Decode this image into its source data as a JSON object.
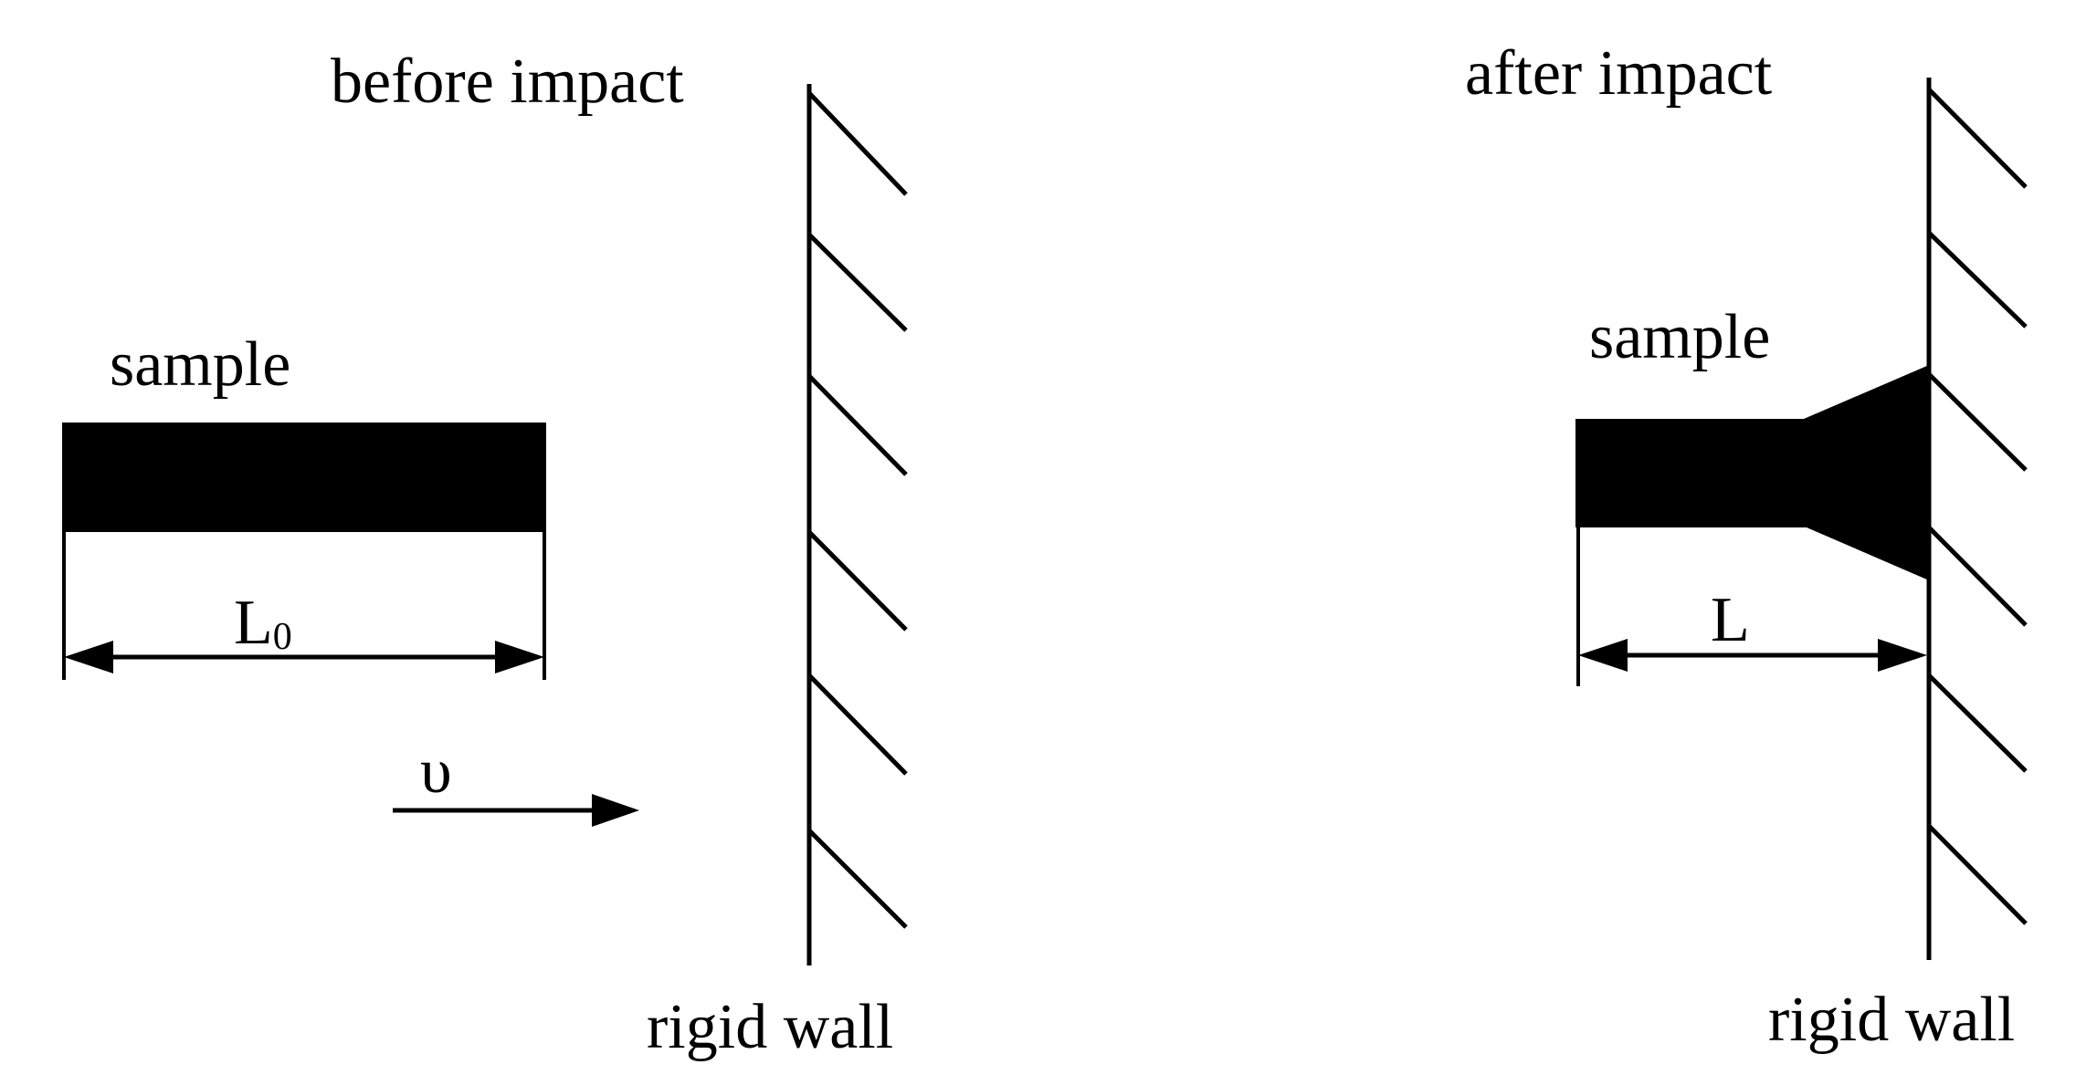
{
  "panels": {
    "before": {
      "title": "before impact",
      "sample_label": "sample",
      "length_symbol": "L",
      "length_subscript": "0",
      "velocity_symbol": "υ",
      "wall_label": "rigid wall"
    },
    "after": {
      "title": "after impact",
      "sample_label": "sample",
      "length_symbol": "L",
      "wall_label": "rigid wall"
    }
  }
}
